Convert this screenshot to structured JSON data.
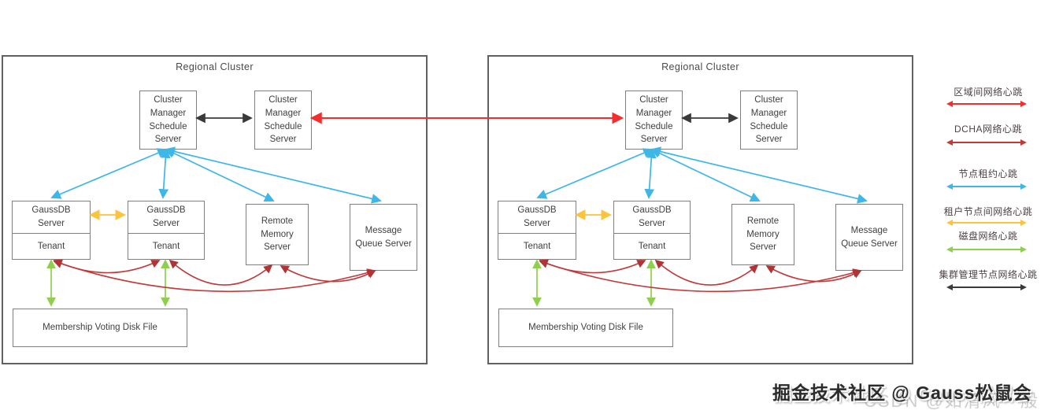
{
  "diagram": {
    "clusters": [
      {
        "title": "Regional Cluster",
        "cms_primary": "Cluster Manager Schedule Server",
        "cms_secondary": "Cluster Manager Schedule Server",
        "gaussdb_1": "GaussDB Server",
        "tenant_1": "Tenant",
        "gaussdb_2": "GaussDB Server",
        "tenant_2": "Tenant",
        "remote_memory": "Remote Memory Server",
        "message_queue": "Message Queue Server",
        "membership": "Membership Voting Disk File"
      },
      {
        "title": "Regional Cluster",
        "cms_primary": "Cluster Manager Schedule Server",
        "cms_secondary": "Cluster Manager Schedule Server",
        "gaussdb_1": "GaussDB Server",
        "tenant_1": "Tenant",
        "gaussdb_2": "GaussDB Server",
        "tenant_2": "Tenant",
        "remote_memory": "Remote Memory Server",
        "message_queue": "Message Queue Server",
        "membership": "Membership Voting Disk File"
      }
    ]
  },
  "legend": {
    "items": [
      {
        "label": "区域间网络心跳",
        "color": "#f42e2e",
        "css": "color:#f42e2e"
      },
      {
        "label": "DCHA网络心跳",
        "color": "#c0393b",
        "css": "color:#c0393b"
      },
      {
        "label": "节点租约心跳",
        "color": "#3fb6e8",
        "css": "color:#3fb6e8"
      },
      {
        "label": "租户节点间网络心跳",
        "color": "#fdc33d",
        "css": "color:#fdc33d"
      },
      {
        "label": "磁盘网络心跳",
        "color": "#8ed04e",
        "css": "color:#8ed04e"
      },
      {
        "label": "集群管理节点网络心跳",
        "color": "#3a3a3a",
        "css": "color:#3a3a3a"
      }
    ]
  },
  "watermark": {
    "primary": "掘金技术社区 @ Gauss松鼠会",
    "secondary": "CSDN @如清风一般"
  }
}
